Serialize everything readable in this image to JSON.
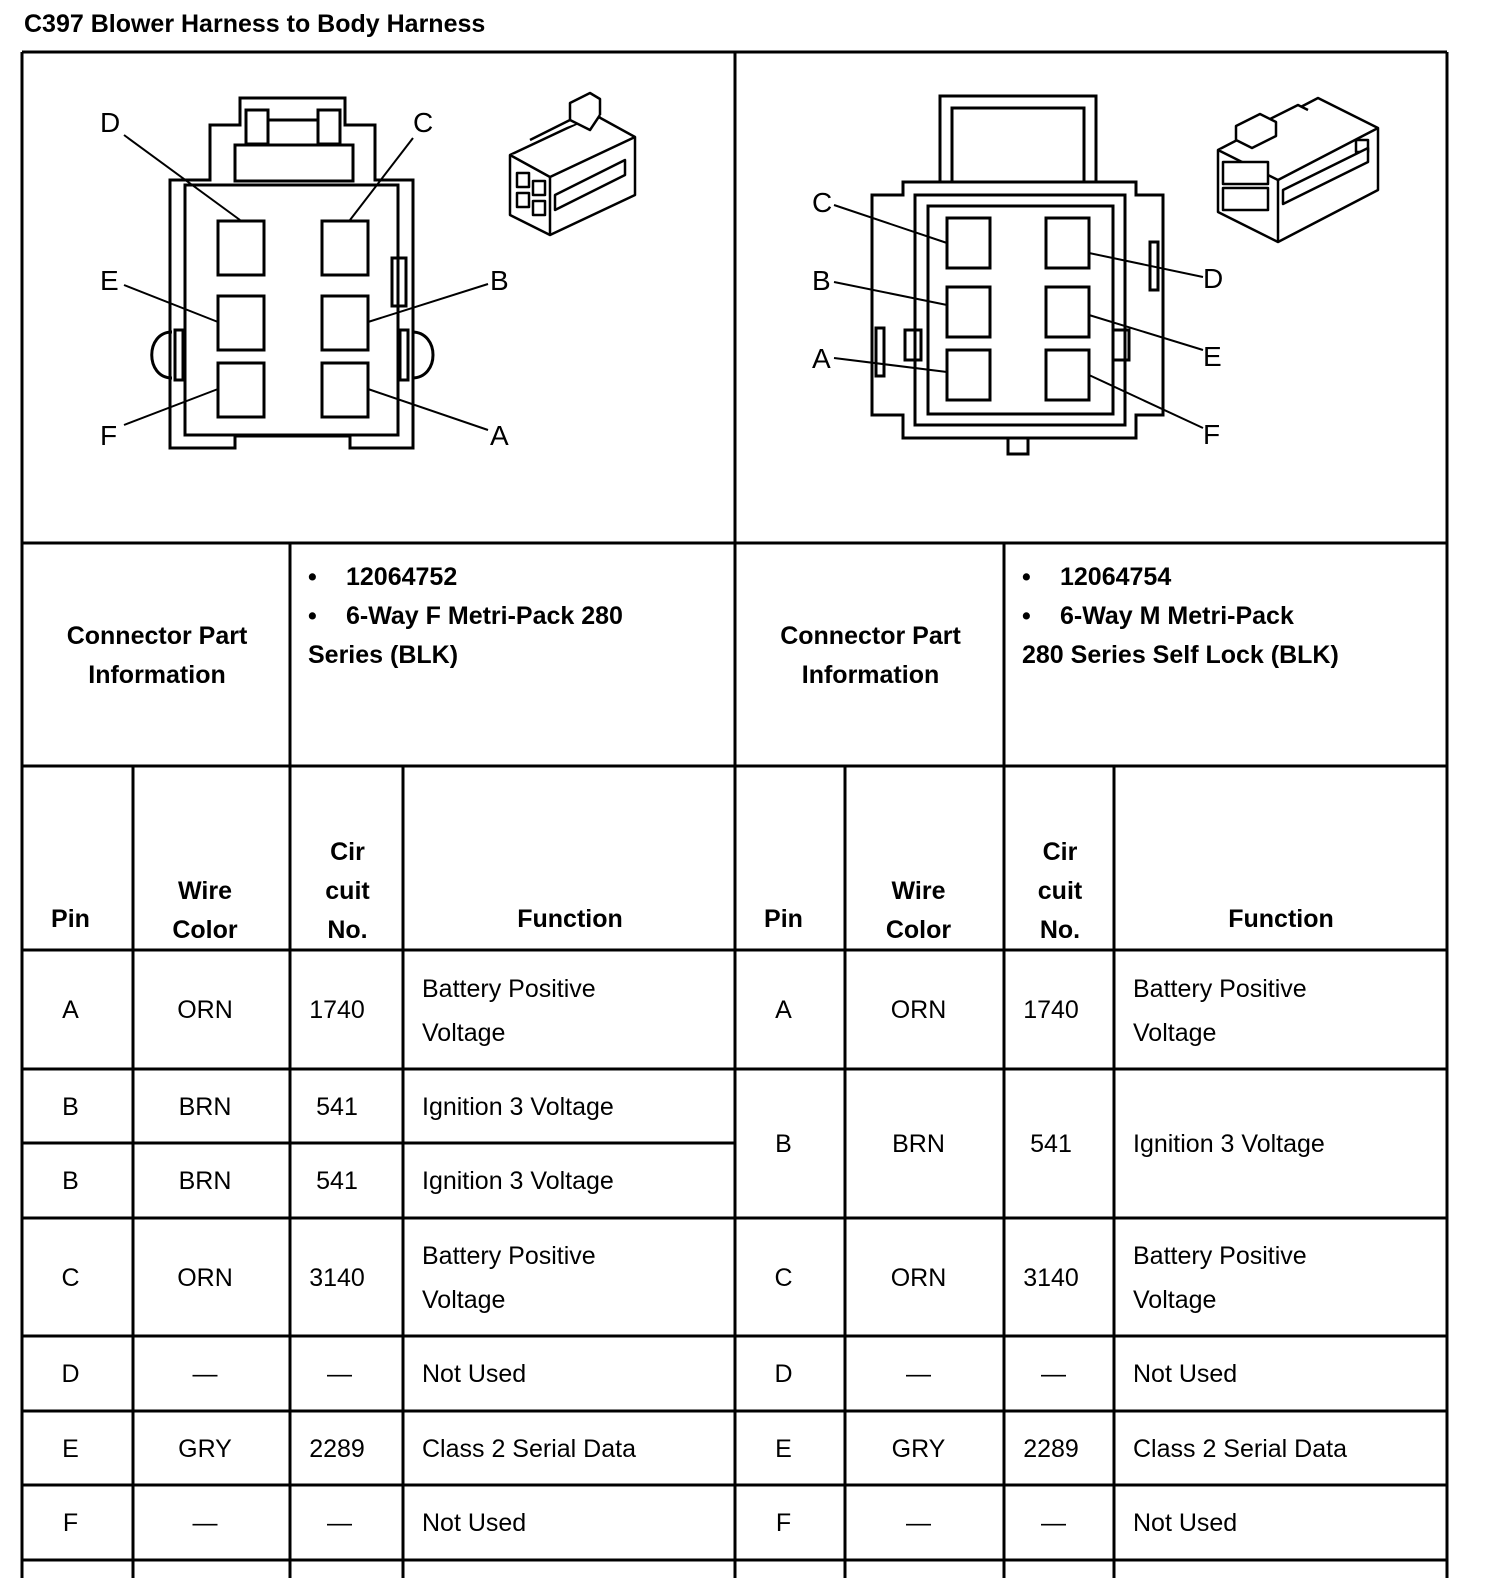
{
  "title": "C397 Blower Harness to Body Harness",
  "connectors": [
    {
      "pins_labels": [
        "A",
        "B",
        "C",
        "D",
        "E",
        "F"
      ],
      "info_label": "Connector Part Information",
      "part_lines": [
        "12064752",
        "6-Way F Metri-Pack 280"
      ],
      "part_cont": "Series (BLK)"
    },
    {
      "pins_labels": [
        "A",
        "B",
        "C",
        "D",
        "E",
        "F"
      ],
      "info_label": "Connector Part Information",
      "part_lines": [
        "12064754",
        "6-Way M Metri-Pack"
      ],
      "part_cont": "280 Series Self Lock (BLK)"
    }
  ],
  "headers": {
    "pin": "Pin",
    "wire": "Wire Color",
    "circuit": "Cir cuit No.",
    "function": "Function"
  },
  "left_rows": [
    {
      "pin": "A",
      "wire": "ORN",
      "circuit": "1740",
      "function": "Battery Positive Voltage"
    },
    {
      "pin": "B",
      "wire": "BRN",
      "circuit": "541",
      "function": "Ignition 3 Voltage"
    },
    {
      "pin": "B",
      "wire": "BRN",
      "circuit": "541",
      "function": "Ignition 3 Voltage"
    },
    {
      "pin": "C",
      "wire": "ORN",
      "circuit": "3140",
      "function": "Battery Positive Voltage"
    },
    {
      "pin": "D",
      "wire": "—",
      "circuit": "—",
      "function": "Not Used"
    },
    {
      "pin": "E",
      "wire": "GRY",
      "circuit": "2289",
      "function": "Class 2 Serial Data"
    },
    {
      "pin": "F",
      "wire": "—",
      "circuit": "—",
      "function": "Not Used"
    }
  ],
  "right_rows": [
    {
      "pin": "A",
      "wire": "ORN",
      "circuit": "1740",
      "function": "Battery Positive Voltage"
    },
    {
      "pin": "B",
      "wire": "BRN",
      "circuit": "541",
      "function": "Ignition 3 Voltage"
    },
    {
      "pin": "C",
      "wire": "ORN",
      "circuit": "3140",
      "function": "Battery Positive Voltage"
    },
    {
      "pin": "D",
      "wire": "—",
      "circuit": "—",
      "function": "Not Used"
    },
    {
      "pin": "E",
      "wire": "GRY",
      "circuit": "2289",
      "function": "Class 2 Serial Data"
    },
    {
      "pin": "F",
      "wire": "—",
      "circuit": "—",
      "function": "Not Used"
    }
  ]
}
